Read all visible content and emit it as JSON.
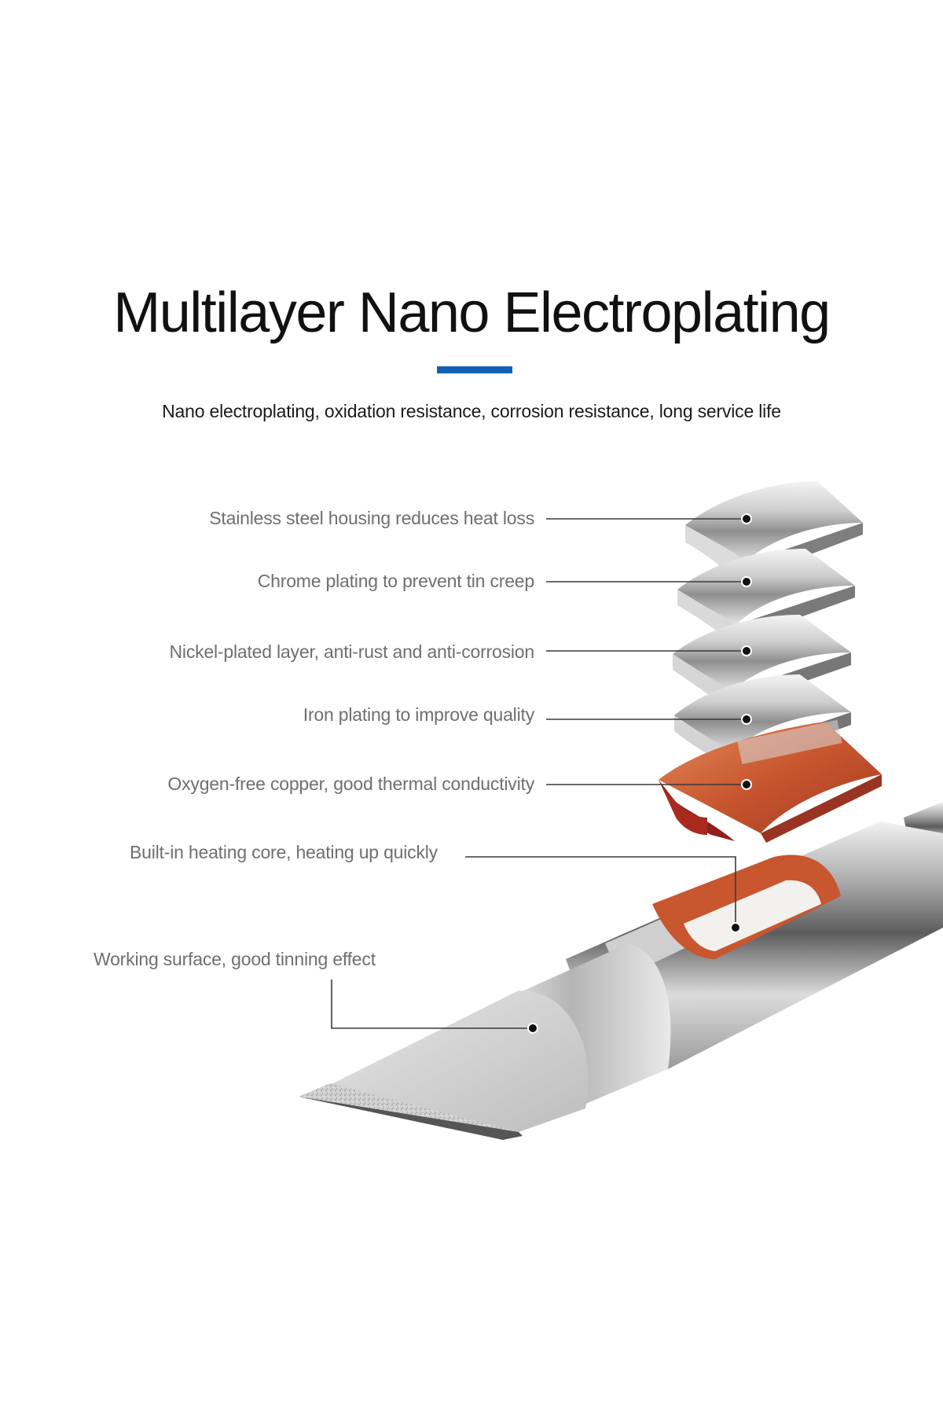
{
  "title": "Multilayer Nano Electroplating",
  "subtitle": "Nano electroplating, oxidation resistance, corrosion resistance, long service life",
  "colors": {
    "accent": "#0f62b3",
    "label_text": "#6f6f6f",
    "title_text": "#111111",
    "leader_line": "#3a3a3a",
    "copper": "#c8562f",
    "copper_dark": "#8e1f1a",
    "steel": "#b9b9b9"
  },
  "layers": [
    {
      "id": "stainless",
      "label": "Stainless steel housing reduces heat loss"
    },
    {
      "id": "chrome",
      "label": "Chrome plating to prevent tin creep"
    },
    {
      "id": "nickel",
      "label": "Nickel-plated layer, anti-rust and anti-corrosion"
    },
    {
      "id": "iron",
      "label": "Iron plating to improve quality"
    },
    {
      "id": "copper",
      "label": "Oxygen-free copper, good thermal conductivity"
    },
    {
      "id": "core",
      "label": "Built-in heating core, heating up quickly"
    },
    {
      "id": "surface",
      "label": "Working surface, good tinning effect"
    }
  ]
}
